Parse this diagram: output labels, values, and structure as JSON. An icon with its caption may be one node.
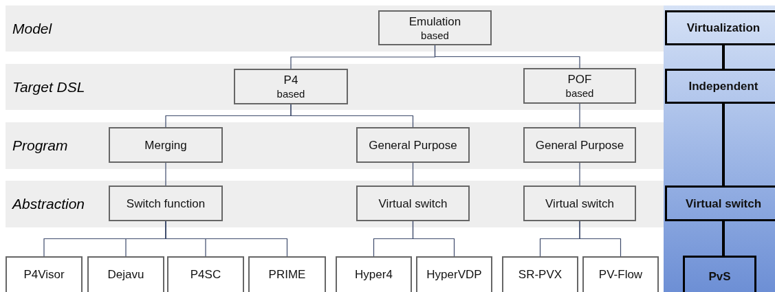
{
  "diagram": {
    "nodes": [
      {
        "text": [
          "Model"
        ]
      },
      {
        "text": [
          "Emulation",
          "based"
        ],
        "in": 0
      },
      {
        "text": [
          "Virtualization"
        ]
      },
      {
        "text": [
          "Target DSL"
        ]
      },
      {
        "text": [
          "P4",
          "based"
        ],
        "in": 3
      },
      {
        "text": [
          "POF",
          "based"
        ],
        "in": 3
      },
      {
        "text": [
          "Independent"
        ]
      },
      {
        "text": [
          "Program"
        ]
      },
      {
        "text": [
          "Merging"
        ],
        "in": 7
      },
      {
        "text": [
          "General Purpose"
        ],
        "in": 7
      },
      {
        "text": [
          "General Purpose"
        ],
        "in": 7
      },
      {
        "text": [
          "Abstraction"
        ]
      },
      {
        "text": [
          "Switch function"
        ],
        "in": 11
      },
      {
        "text": [
          "Virtual switch"
        ],
        "in": 11
      },
      {
        "text": [
          "Virtual switch"
        ],
        "in": 11
      },
      {
        "text": [
          "Virtual switch"
        ]
      },
      {
        "text": [
          "P4Visor"
        ]
      },
      {
        "text": [
          "Dejavu"
        ]
      },
      {
        "text": [
          "P4SC"
        ]
      },
      {
        "text": [
          "PRIME"
        ]
      },
      {
        "text": [
          "Hyper4"
        ]
      },
      {
        "text": [
          "HyperVDP"
        ]
      },
      {
        "text": [
          "SR-PVX"
        ]
      },
      {
        "text": [
          "PV-Flow"
        ]
      },
      {
        "text": [
          "PvS"
        ]
      }
    ],
    "edges": [
      {
        "from": 1,
        "to": 4,
        "arrow": "none"
      },
      {
        "from": 1,
        "to": 5,
        "arrow": "none"
      },
      {
        "from": 4,
        "to": 8,
        "arrow": "none"
      },
      {
        "from": 4,
        "to": 9,
        "arrow": "none"
      },
      {
        "from": 5,
        "to": 10,
        "arrow": "none"
      },
      {
        "from": 8,
        "to": 12,
        "arrow": "none"
      },
      {
        "from": 9,
        "to": 13,
        "arrow": "none"
      },
      {
        "from": 10,
        "to": 14,
        "arrow": "none"
      },
      {
        "from": 12,
        "to": 16,
        "arrow": "none"
      },
      {
        "from": 12,
        "to": 17,
        "arrow": "none"
      },
      {
        "from": 12,
        "to": 18,
        "arrow": "none"
      },
      {
        "from": 12,
        "to": 19,
        "arrow": "none"
      },
      {
        "from": 13,
        "to": 20,
        "arrow": "none"
      },
      {
        "from": 13,
        "to": 21,
        "arrow": "none"
      },
      {
        "from": 14,
        "to": 22,
        "arrow": "none"
      },
      {
        "from": 14,
        "to": 23,
        "arrow": "none"
      },
      {
        "from": 2,
        "to": 6,
        "arrow": "none",
        "style": "thick",
        "color": "#000000"
      },
      {
        "from": 6,
        "to": 15,
        "arrow": "none",
        "style": "thick",
        "color": "#000000"
      },
      {
        "from": 15,
        "to": 24,
        "arrow": "none",
        "style": "thick",
        "color": "#000000"
      }
    ]
  }
}
